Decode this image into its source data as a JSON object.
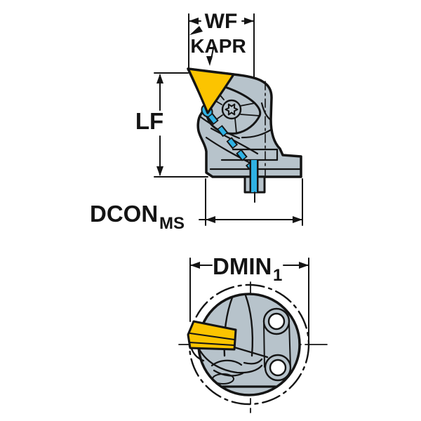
{
  "page": {
    "background": "#ffffff"
  },
  "colors": {
    "outline": "#141414",
    "body": "#b7c3cb",
    "insert": "#fcc400",
    "coolant": "#2fb1e3",
    "hole": "#ffffff"
  },
  "labels": {
    "wf": "WF",
    "kapr": "KAPR",
    "lf": "LF",
    "dcon_main": "DCON",
    "dcon_sub": "MS",
    "dmin_main": "DMIN",
    "dmin_sub": "1"
  },
  "icons": {
    "torx_screw": "6-lobe-star"
  }
}
